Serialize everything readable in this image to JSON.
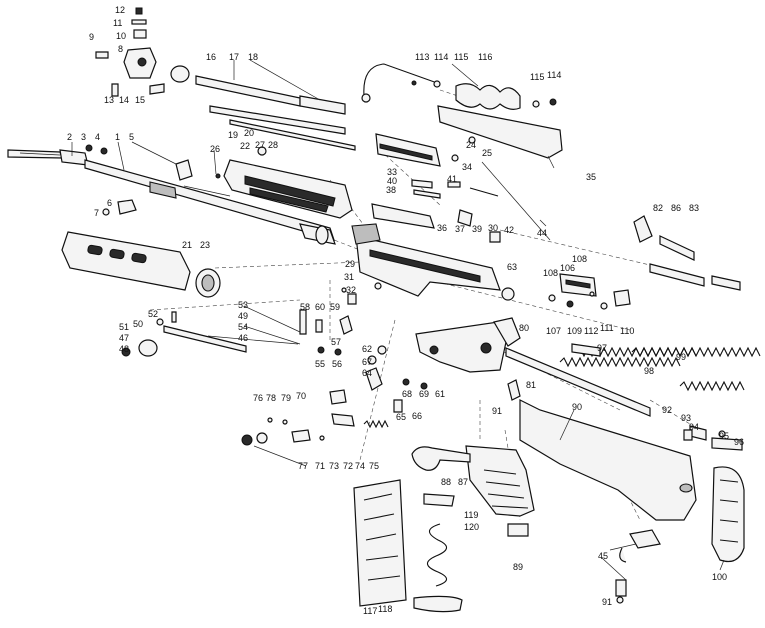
{
  "callouts": {
    "c1": "1",
    "c2": "2",
    "c3": "3",
    "c4": "4",
    "c5": "5",
    "c6": "6",
    "c7": "7",
    "c8": "8",
    "c9": "9",
    "c10": "10",
    "c11": "11",
    "c12": "12",
    "c13": "13",
    "c14": "14",
    "c15": "15",
    "c16": "16",
    "c17": "17",
    "c18": "18",
    "c19": "19",
    "c20": "20",
    "c21": "21",
    "c22": "22",
    "c23": "23",
    "c24": "24",
    "c25": "25",
    "c26": "26",
    "c27": "27",
    "c28": "28",
    "c29": "29",
    "c30": "30",
    "c31": "31",
    "c32": "32",
    "c33": "33",
    "c34": "34",
    "c35": "35",
    "c36": "36",
    "c37": "37",
    "c38": "38",
    "c39": "39",
    "c40": "40",
    "c41": "41",
    "c42": "42",
    "c44": "44",
    "c45": "45",
    "c46": "46",
    "c47": "47",
    "c48": "48",
    "c49": "49",
    "c50": "50",
    "c51": "51",
    "c52": "52",
    "c53": "53",
    "c54": "54",
    "c55": "55",
    "c56": "56",
    "c57": "57",
    "c58": "58",
    "c59": "59",
    "c60": "60",
    "c61": "61",
    "c62": "62",
    "c63": "63",
    "c64": "64",
    "c65": "65",
    "c66": "66",
    "c67": "67",
    "c68": "68",
    "c69": "69",
    "c70": "70",
    "c71": "71",
    "c72": "72",
    "c73": "73",
    "c74": "74",
    "c75": "75",
    "c76": "76",
    "c77": "77",
    "c78": "78",
    "c79": "79",
    "c80": "80",
    "c81": "81",
    "c82": "82",
    "c83": "83",
    "c86": "86",
    "c87": "87",
    "c88": "88",
    "c89": "89",
    "c90": "90",
    "c91a": "91",
    "c91b": "91",
    "c92": "92",
    "c93": "93",
    "c94": "94",
    "c95": "95",
    "c96": "96",
    "c97": "97",
    "c98": "98",
    "c99": "99",
    "c100": "100",
    "c106": "106",
    "c107": "107",
    "c108a": "108",
    "c108b": "108",
    "c109": "109",
    "c110": "110",
    "c111": "111",
    "c112": "112",
    "c113": "113",
    "c114a": "114",
    "c114b": "114",
    "c115a": "115",
    "c115b": "115",
    "c116": "116",
    "c117": "117",
    "c118": "118",
    "c119": "119",
    "c120": "120"
  }
}
